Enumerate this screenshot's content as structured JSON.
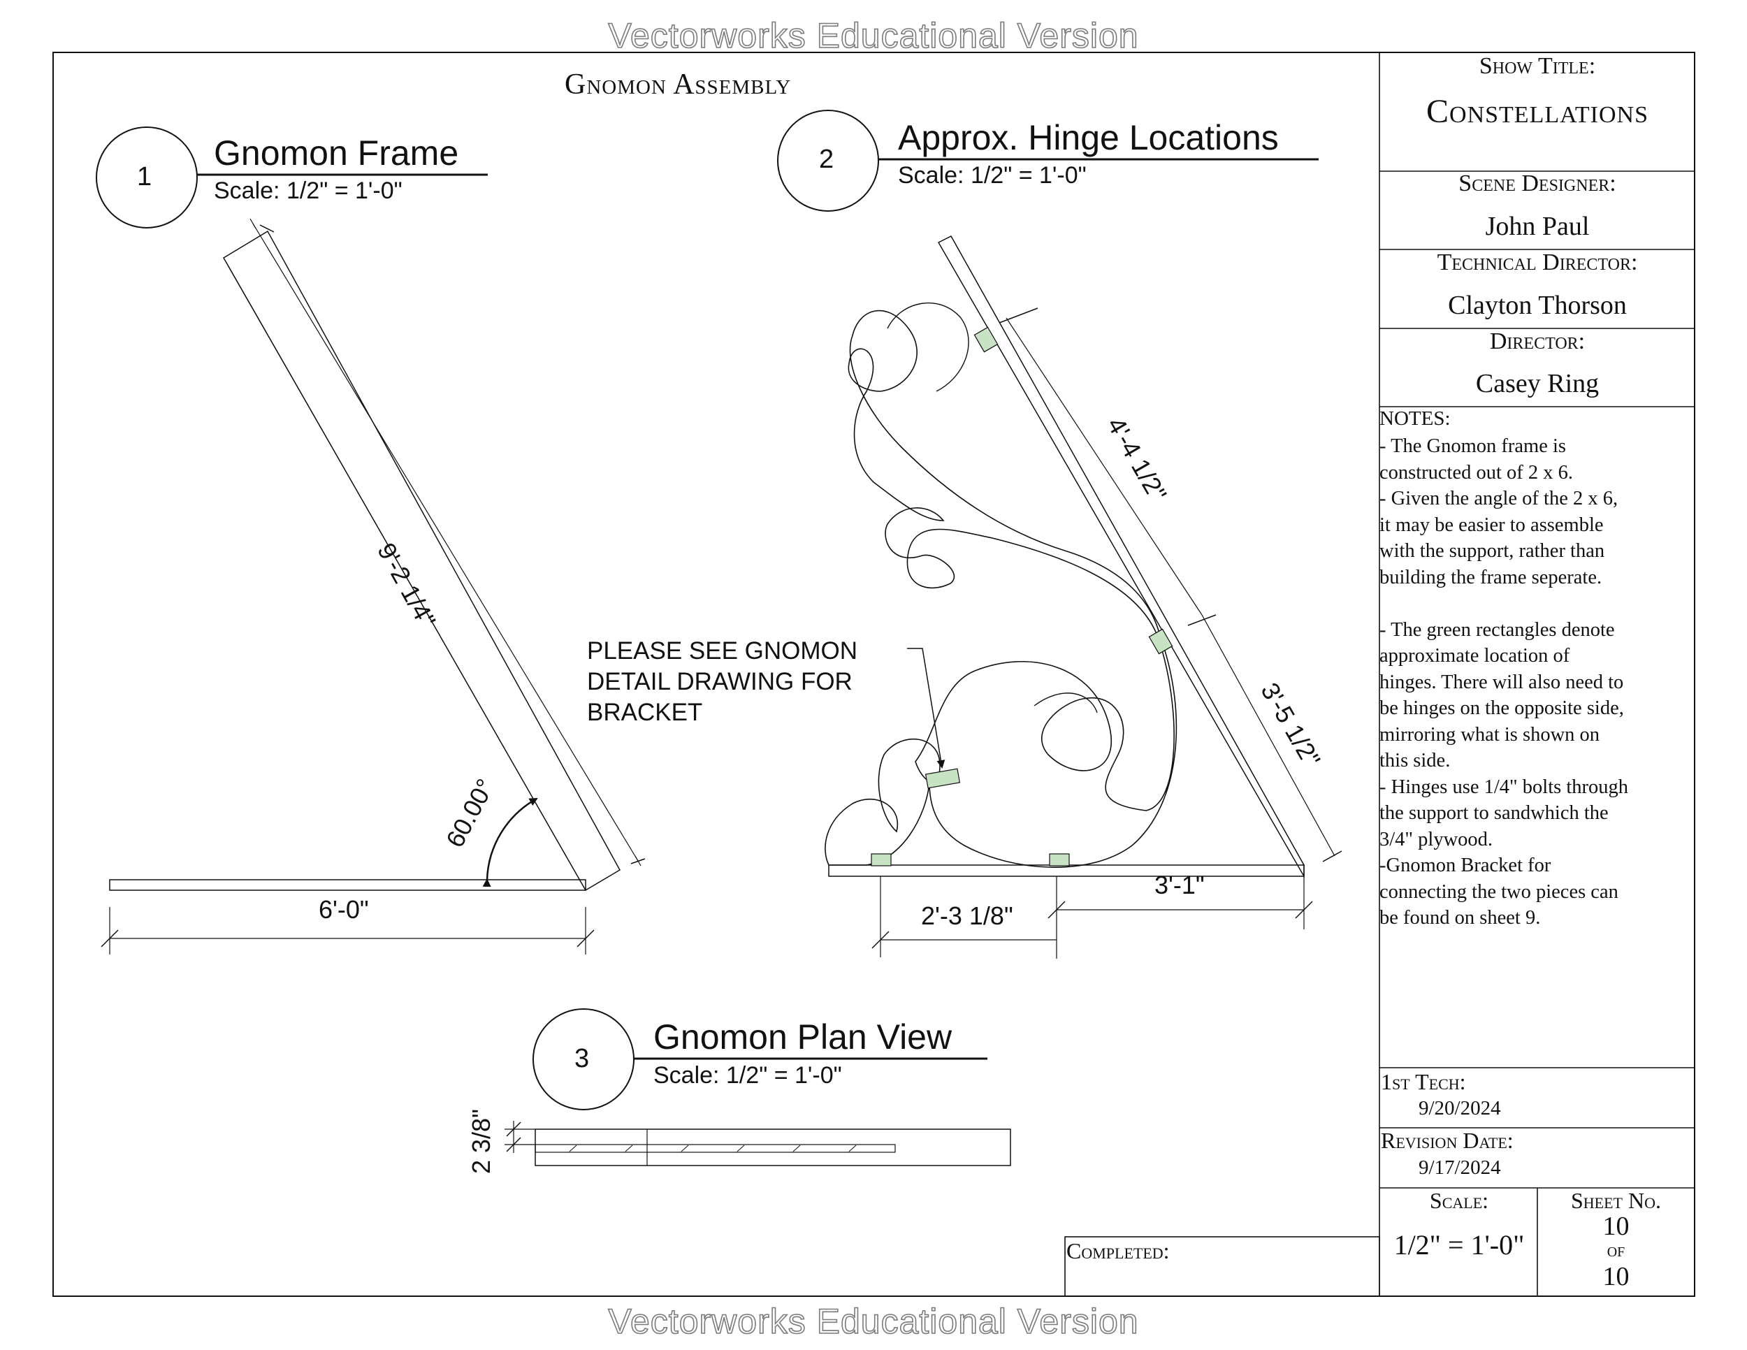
{
  "watermark": "Vectorworks Educational Version",
  "sheet_title": "Gnomon Assembly",
  "views": [
    {
      "number": "1",
      "title": "Gnomon Frame",
      "scale": "Scale: 1/2\" = 1'-0\""
    },
    {
      "number": "2",
      "title": "Approx. Hinge Locations",
      "scale": "Scale: 1/2\" = 1'-0\""
    },
    {
      "number": "3",
      "title": "Gnomon Plan View",
      "scale": "Scale: 1/2\" = 1'-0\""
    }
  ],
  "dimensions": {
    "frame_diagonal": "9'-2 1/4\"",
    "frame_angle": "60.00°",
    "frame_base": "6'-0\"",
    "hinge_upper_diag": "4'-4 1/2\"",
    "hinge_lower_diag": "3'-5 1/2\"",
    "hinge_base_right": "3'-1\"",
    "hinge_base_left": "2'-3 1/8\"",
    "plan_depth": "2 3/8\""
  },
  "callout": [
    "PLEASE SEE GNOMON",
    "DETAIL DRAWING FOR",
    "BRACKET"
  ],
  "colors": {
    "hinge_fill": "#c8e3c3",
    "line": "#111111",
    "watermark_outline": "#7a7a7a"
  },
  "title_block": {
    "show_title_label": "Show Title:",
    "show_title": "Constellations",
    "scene_designer_label": "Scene Designer:",
    "scene_designer": "John Paul",
    "technical_director_label": "Technical Director:",
    "technical_director": "Clayton Thorson",
    "director_label": "Director:",
    "director": "Casey Ring",
    "notes_label": "NOTES:",
    "notes": [
      "- The Gnomon frame is",
      "constructed out of 2 x 6.",
      "- Given the angle of the 2 x 6,",
      "it may be easier to assemble",
      "with the support, rather than",
      "building the frame seperate.",
      "",
      "- The green rectangles denote",
      "approximate location of",
      "hinges. There will also need to",
      "be hinges on the opposite side,",
      "mirroring what is shown on",
      "this side.",
      "- Hinges use 1/4\" bolts through",
      "the support to sandwhich the",
      "3/4\" plywood.",
      "-Gnomon Bracket for",
      "connecting the two pieces can",
      "be found on sheet 9."
    ],
    "first_tech_label": "1st Tech:",
    "first_tech_date": "9/20/2024",
    "revision_label": "Revision Date:",
    "revision_date": "9/17/2024",
    "scale_label": "Scale:",
    "scale_value": "1/2\" = 1'-0\"",
    "sheet_label": "Sheet No.",
    "sheet_number": "10",
    "sheet_of": "of",
    "sheet_total": "10",
    "completed_label": "Completed:"
  }
}
